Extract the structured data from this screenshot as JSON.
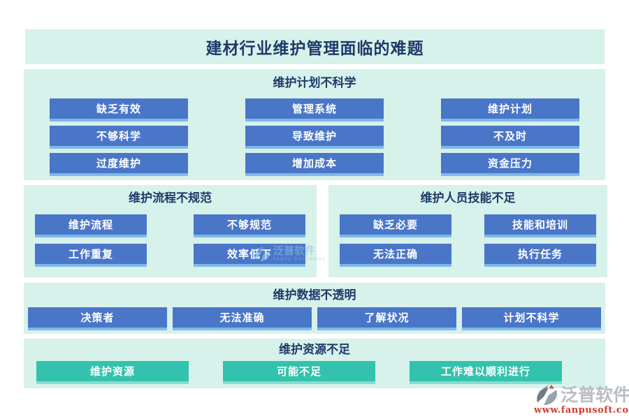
{
  "title": "建材行业维护管理面临的难题",
  "sections": [
    {
      "heading": "维护计划不科学",
      "items": [
        "缺乏有效",
        "管理系统",
        "维护计划",
        "不够科学",
        "导致维护",
        "不及时",
        "过度维护",
        "增加成本",
        "资金压力"
      ]
    },
    {
      "heading": "维护流程不规范",
      "items": [
        "维护流程",
        "不够规范",
        "工作重复",
        "效率低下"
      ]
    },
    {
      "heading": "维护人员技能不足",
      "items": [
        "缺乏必要",
        "技能和培训",
        "无法正确",
        "执行任务"
      ]
    },
    {
      "heading": "维护数据不透明",
      "items": [
        "决策者",
        "无法准确",
        "了解状况",
        "计划不科学"
      ]
    },
    {
      "heading": "维护资源不足",
      "items": [
        "维护资源",
        "可能不足",
        "工作难以顺利进行"
      ]
    }
  ],
  "watermark": {
    "name": "泛普软件",
    "subtext": "FANPU SOFTWARE"
  },
  "logo": {
    "name": "泛普软件",
    "url": "www.fanpusoft.com"
  },
  "colors": {
    "panel_mint": "#d7f1eb",
    "block_blue": "#4a76c8",
    "block_blue_edge": "#7db9e9",
    "block_teal": "#33c2ad",
    "block_teal_edge": "#84ddce",
    "heading_navy": "#1e3a69",
    "block_text": "#ffffff",
    "logo_gray": "#b7bdc4",
    "url_red": "#cd3d2e"
  }
}
